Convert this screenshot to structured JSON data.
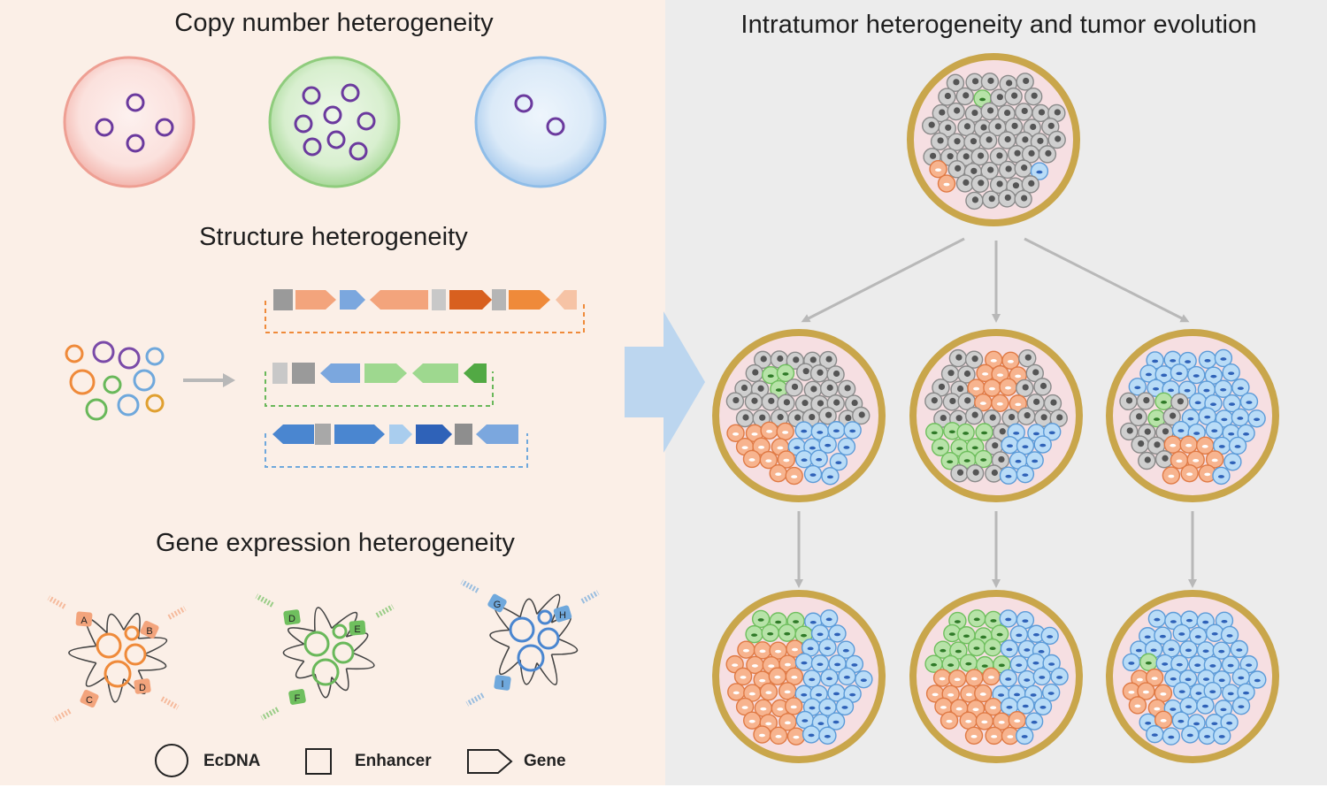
{
  "left_panel": {
    "copy_number_title": "Copy number heterogeneity",
    "structure_title": "Structure heterogeneity",
    "gene_expression_title": "Gene expression heterogeneity",
    "cell_colors": [
      "#e8837a",
      "#7cc36d",
      "#6fa8dc"
    ],
    "ecdna_counts": [
      4,
      8,
      2
    ],
    "expression_gene_labels": [
      [
        "A",
        "B",
        "C",
        "D"
      ],
      [
        "D",
        "E",
        "F"
      ],
      [
        "G",
        "H",
        "I"
      ]
    ]
  },
  "right_panel": {
    "title": "Intratumor heterogeneity and tumor evolution",
    "ring_color": "#c9a64b",
    "subclone_colors": {
      "gray": "#9e9e9e",
      "orange": "#f2a27a",
      "green": "#9ed88f",
      "blue": "#8fc3ef"
    }
  },
  "legend": {
    "ecdna_label": "EcDNA",
    "enhancer_label": "Enhancer",
    "gene_label": "Gene"
  },
  "colors": {
    "left_bg": "#fbefe7",
    "right_bg": "#ececec",
    "arrow_big": "#bcd6ef",
    "arrow_gray": "#b8b8b8"
  }
}
